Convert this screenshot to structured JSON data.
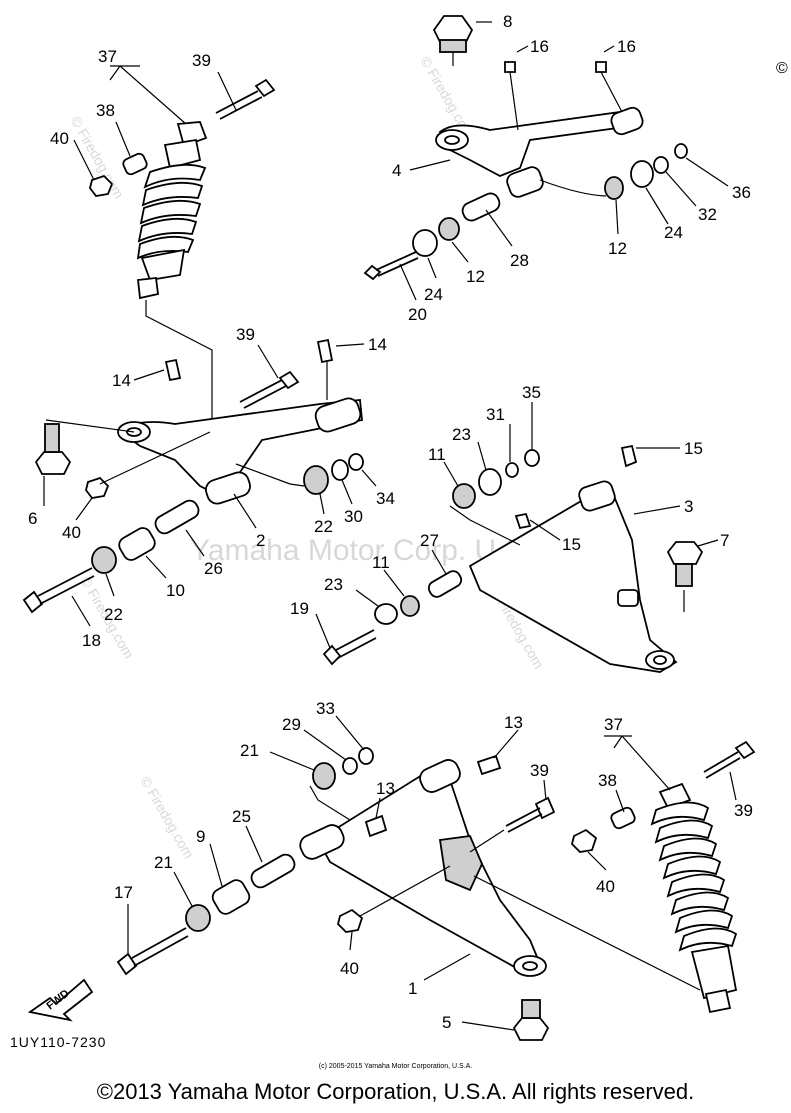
{
  "watermark": {
    "center_text": "Yamaha Motor Corp. U.S.A.",
    "side_text": "© Firedog.com"
  },
  "corner_mark": "©",
  "diagram_code": "1UY110-7230",
  "fwd_label": "FWD",
  "small_copyright": "(c) 2005-2015 Yamaha Motor Corporation, U.S.A.",
  "main_copyright": "©2013 Yamaha Motor Corporation, U.S.A. All rights reserved.",
  "callouts": [
    {
      "id": "c8",
      "text": "8"
    },
    {
      "id": "c16a",
      "text": "16"
    },
    {
      "id": "c16b",
      "text": "16"
    },
    {
      "id": "c4",
      "text": "4"
    },
    {
      "id": "c36",
      "text": "36"
    },
    {
      "id": "c32",
      "text": "32"
    },
    {
      "id": "c24a",
      "text": "24"
    },
    {
      "id": "c12a",
      "text": "12"
    },
    {
      "id": "c28",
      "text": "28"
    },
    {
      "id": "c12b",
      "text": "12"
    },
    {
      "id": "c24b",
      "text": "24"
    },
    {
      "id": "c20",
      "text": "20"
    },
    {
      "id": "c37a",
      "text": "37"
    },
    {
      "id": "c39a",
      "text": "39"
    },
    {
      "id": "c38a",
      "text": "38"
    },
    {
      "id": "c40a",
      "text": "40"
    },
    {
      "id": "c39b",
      "text": "39"
    },
    {
      "id": "c14a",
      "text": "14"
    },
    {
      "id": "c14b",
      "text": "14"
    },
    {
      "id": "c6",
      "text": "6"
    },
    {
      "id": "c40b",
      "text": "40"
    },
    {
      "id": "c2",
      "text": "2"
    },
    {
      "id": "c22a",
      "text": "22"
    },
    {
      "id": "c30",
      "text": "30"
    },
    {
      "id": "c34",
      "text": "34"
    },
    {
      "id": "c26",
      "text": "26"
    },
    {
      "id": "c10",
      "text": "10"
    },
    {
      "id": "c22b",
      "text": "22"
    },
    {
      "id": "c18",
      "text": "18"
    },
    {
      "id": "c35",
      "text": "35"
    },
    {
      "id": "c31",
      "text": "31"
    },
    {
      "id": "c23a",
      "text": "23"
    },
    {
      "id": "c11a",
      "text": "11"
    },
    {
      "id": "c15a",
      "text": "15"
    },
    {
      "id": "c3",
      "text": "3"
    },
    {
      "id": "c15b",
      "text": "15"
    },
    {
      "id": "c7",
      "text": "7"
    },
    {
      "id": "c27",
      "text": "27"
    },
    {
      "id": "c11b",
      "text": "11"
    },
    {
      "id": "c23b",
      "text": "23"
    },
    {
      "id": "c19",
      "text": "19"
    },
    {
      "id": "c33",
      "text": "33"
    },
    {
      "id": "c29",
      "text": "29"
    },
    {
      "id": "c13a",
      "text": "13"
    },
    {
      "id": "c21a",
      "text": "21"
    },
    {
      "id": "c13b",
      "text": "13"
    },
    {
      "id": "c39c",
      "text": "39"
    },
    {
      "id": "c37b",
      "text": "37"
    },
    {
      "id": "c38b",
      "text": "38"
    },
    {
      "id": "c39d",
      "text": "39"
    },
    {
      "id": "c25",
      "text": "25"
    },
    {
      "id": "c9",
      "text": "9"
    },
    {
      "id": "c21b",
      "text": "21"
    },
    {
      "id": "c17",
      "text": "17"
    },
    {
      "id": "c40c",
      "text": "40"
    },
    {
      "id": "c40d",
      "text": "40"
    },
    {
      "id": "c1",
      "text": "1"
    },
    {
      "id": "c5",
      "text": "5"
    }
  ]
}
